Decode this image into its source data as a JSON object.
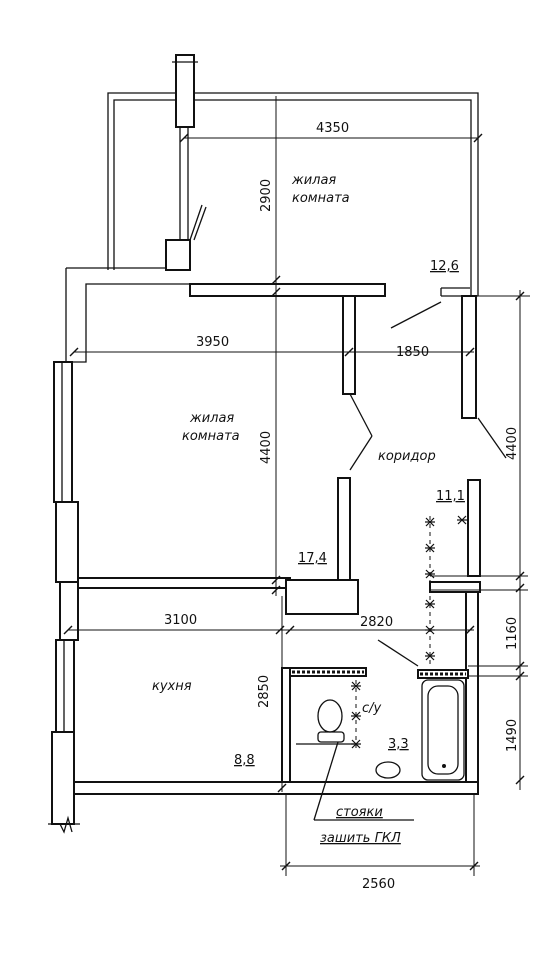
{
  "rooms": {
    "living1": {
      "label_line1": "жилая",
      "label_line2": "комната",
      "area": "12,6"
    },
    "living2": {
      "label_line1": "жилая",
      "label_line2": "комната",
      "area": "17,4"
    },
    "corridor": {
      "label": "коридор",
      "area": "11,1"
    },
    "kitchen": {
      "label": "кухня",
      "area": "8,8"
    },
    "wc": {
      "label": "с/у",
      "area": "3,3"
    }
  },
  "dimensions": {
    "top_width": "4350",
    "top_height": "2900",
    "mid_left": "3950",
    "mid_right": "1850",
    "mid_height": "4400",
    "right_height": "4400",
    "bottom_left": "3100",
    "bottom_right": "2820",
    "kitchen_height": "2850",
    "right_1160": "1160",
    "right_1490": "1490",
    "bottom_width": "2560"
  },
  "note": {
    "line1": "стояки",
    "line2": "зашить ГКЛ"
  }
}
